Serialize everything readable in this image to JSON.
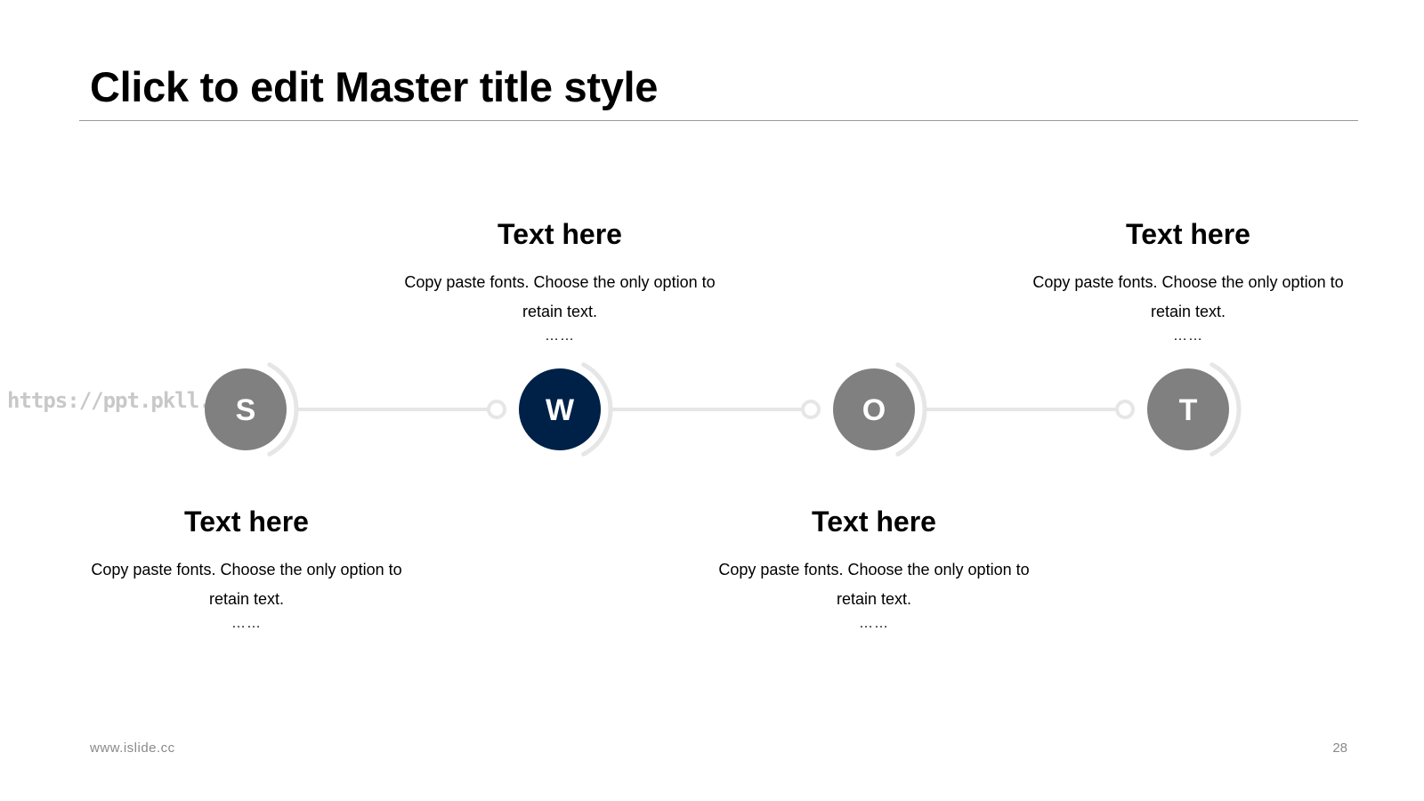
{
  "slide": {
    "title": "Click to edit Master title style",
    "watermark": "https://ppt.pkll.de",
    "footer_left": "www.islide.cc",
    "page_number": "28"
  },
  "colors": {
    "node_default": "#808080",
    "node_active": "#002147",
    "connector": "#e6e6e6",
    "node_letter": "#ffffff"
  },
  "steps": [
    {
      "letter": "S",
      "heading": "Text here",
      "body": "Copy paste fonts. Choose the only option to retain text.",
      "ellipsis": "……",
      "text_position": "below",
      "active": false
    },
    {
      "letter": "W",
      "heading": "Text here",
      "body": "Copy paste fonts. Choose the only option to retain text.",
      "ellipsis": "……",
      "text_position": "above",
      "active": true
    },
    {
      "letter": "O",
      "heading": "Text here",
      "body": "Copy paste fonts. Choose the only option to retain text.",
      "ellipsis": "……",
      "text_position": "below",
      "active": false
    },
    {
      "letter": "T",
      "heading": "Text here",
      "body": "Copy paste fonts. Choose the only option to retain text.",
      "ellipsis": "……",
      "text_position": "above",
      "active": false
    }
  ]
}
